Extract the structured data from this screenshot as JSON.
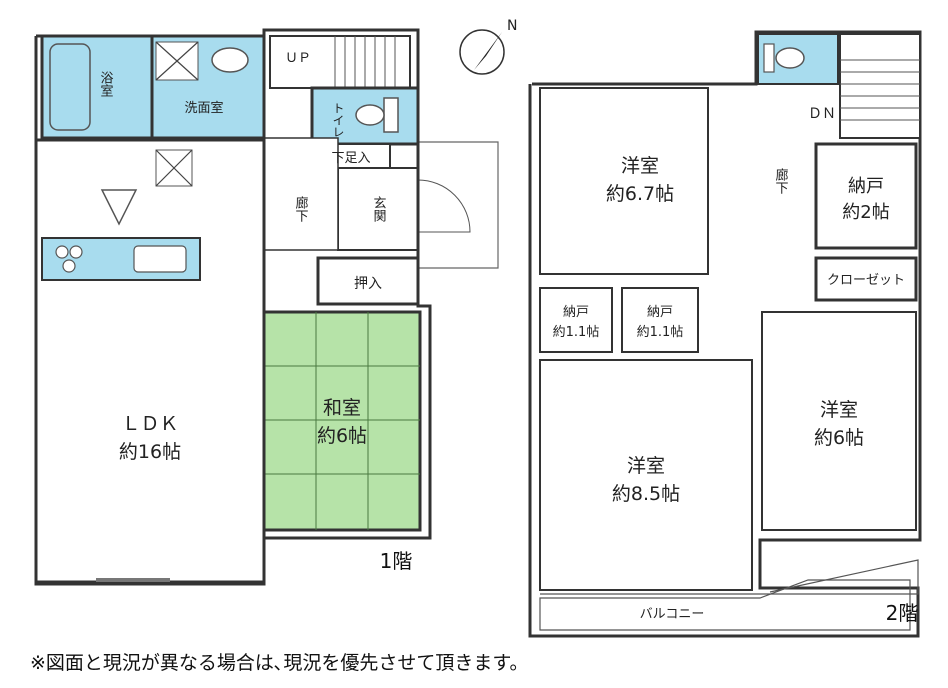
{
  "colors": {
    "water": "#a8dcee",
    "tatami": "#b6e3a8",
    "wall": "#333333",
    "background": "#ffffff"
  },
  "compass_label": "N",
  "floor1": {
    "floor_label": "1階",
    "stair_label": "ＵＰ",
    "rooms": {
      "bath": "浴室",
      "washroom": "洗面室",
      "toilet": "トイレ",
      "shoe_area": "下足入",
      "hall": "廊下",
      "entrance": "玄関",
      "closet": "押入",
      "japanese_room_name": "和室",
      "japanese_room_size": "約6帖",
      "ldk_name": "ＬＤＫ",
      "ldk_size": "約16帖"
    }
  },
  "floor2": {
    "floor_label": "2階",
    "stair_label": "ＤＮ",
    "rooms": {
      "western_a_name": "洋室",
      "western_a_size": "約6.7帖",
      "hall": "廊下",
      "storage_a_name": "納戸",
      "storage_a_size": "約2帖",
      "closet": "クローゼット",
      "storage_b_name": "納戸",
      "storage_b_size": "約1.1帖",
      "storage_c_name": "納戸",
      "storage_c_size": "約1.1帖",
      "western_b_name": "洋室",
      "western_b_size": "約6帖",
      "western_c_name": "洋室",
      "western_c_size": "約8.5帖",
      "balcony": "バルコニー"
    }
  },
  "note": "※図面と現況が異なる場合は､現況を優先させて頂きます。"
}
